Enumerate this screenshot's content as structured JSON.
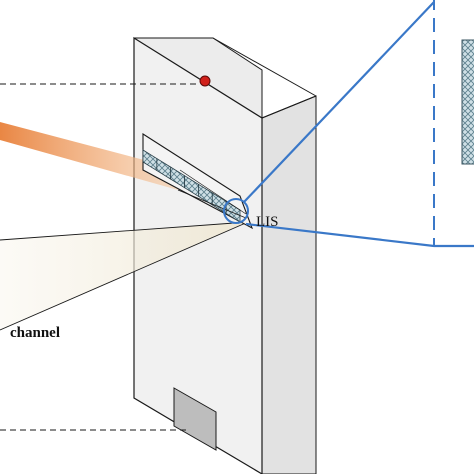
{
  "labels": {
    "surface_tag": "LIS",
    "channel_label": "channel"
  },
  "colors": {
    "accent_blue": "#3a78c8",
    "marker_red": "#d0201a",
    "beam_orange": "#e8803a",
    "wall_front": "#f1f1f1",
    "wall_side": "#e2e2e2",
    "wall_top": "#ececec",
    "outline": "#1a1a1a"
  },
  "surface": {
    "element_rows": 1,
    "element_cols": 7
  }
}
